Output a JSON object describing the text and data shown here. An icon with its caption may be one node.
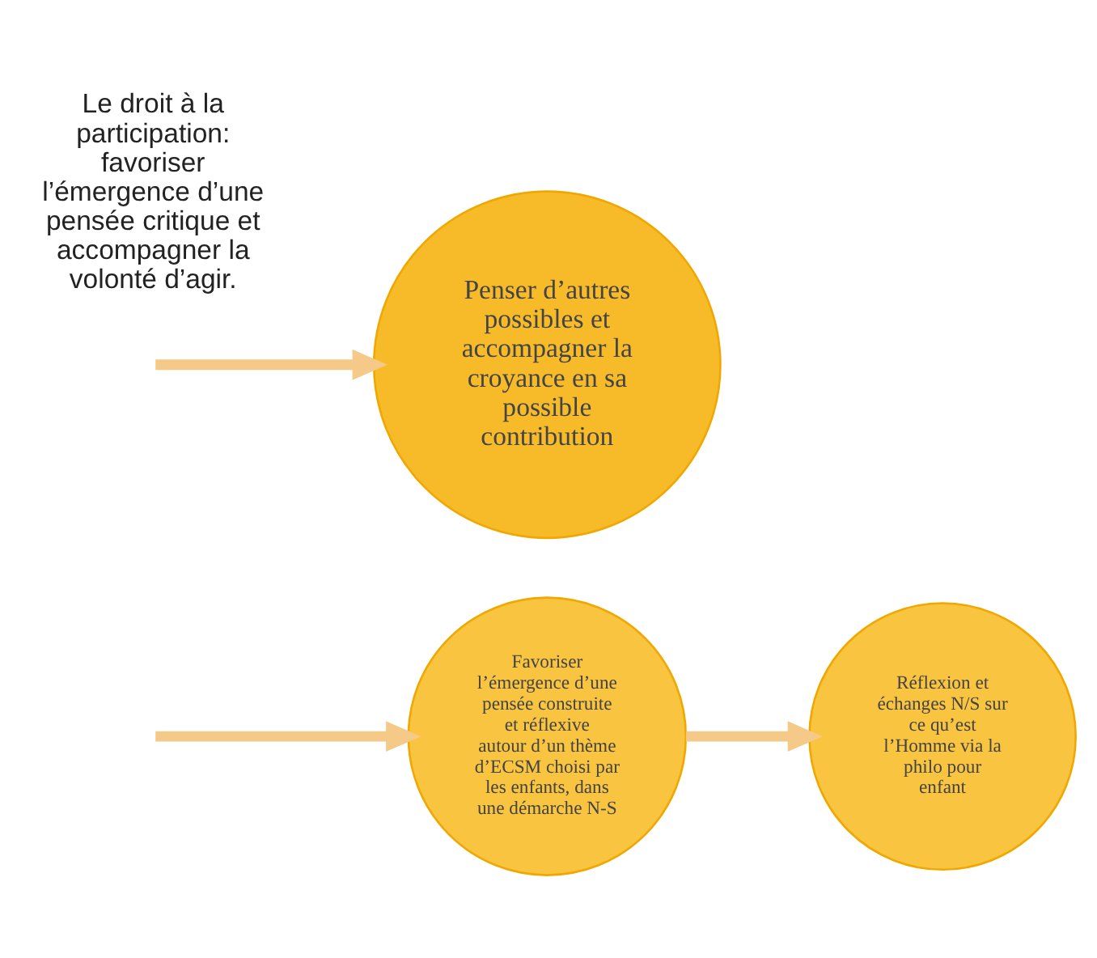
{
  "diagram": {
    "nodes": [
      {
        "text": [
          "Réflexion et échanges N/S sur ce qu’est l’Homme via la philo pour enfant"
        ]
      },
      {
        "text": [
          "Favoriser l’émergence d’une pensée construite et réflexive autour d’un thème d’ECSM choisi par les enfants, dans une démarche N-S"
        ]
      },
      {
        "text": [
          "Penser d’autres possibles et accompagner la croyance en sa possible contribution"
        ]
      }
    ],
    "edges": [
      {
        "from": 1,
        "to": 0,
        "arrow": "to"
      },
      {
        "from": null,
        "to": 1,
        "arrow": "to"
      },
      {
        "from": null,
        "to": 2,
        "arrow": "to"
      }
    ],
    "labels": [
      "Le droit à la participation: favoriser l’émergence d’une pensée critique et accompagner la volonté d’agir."
    ]
  }
}
